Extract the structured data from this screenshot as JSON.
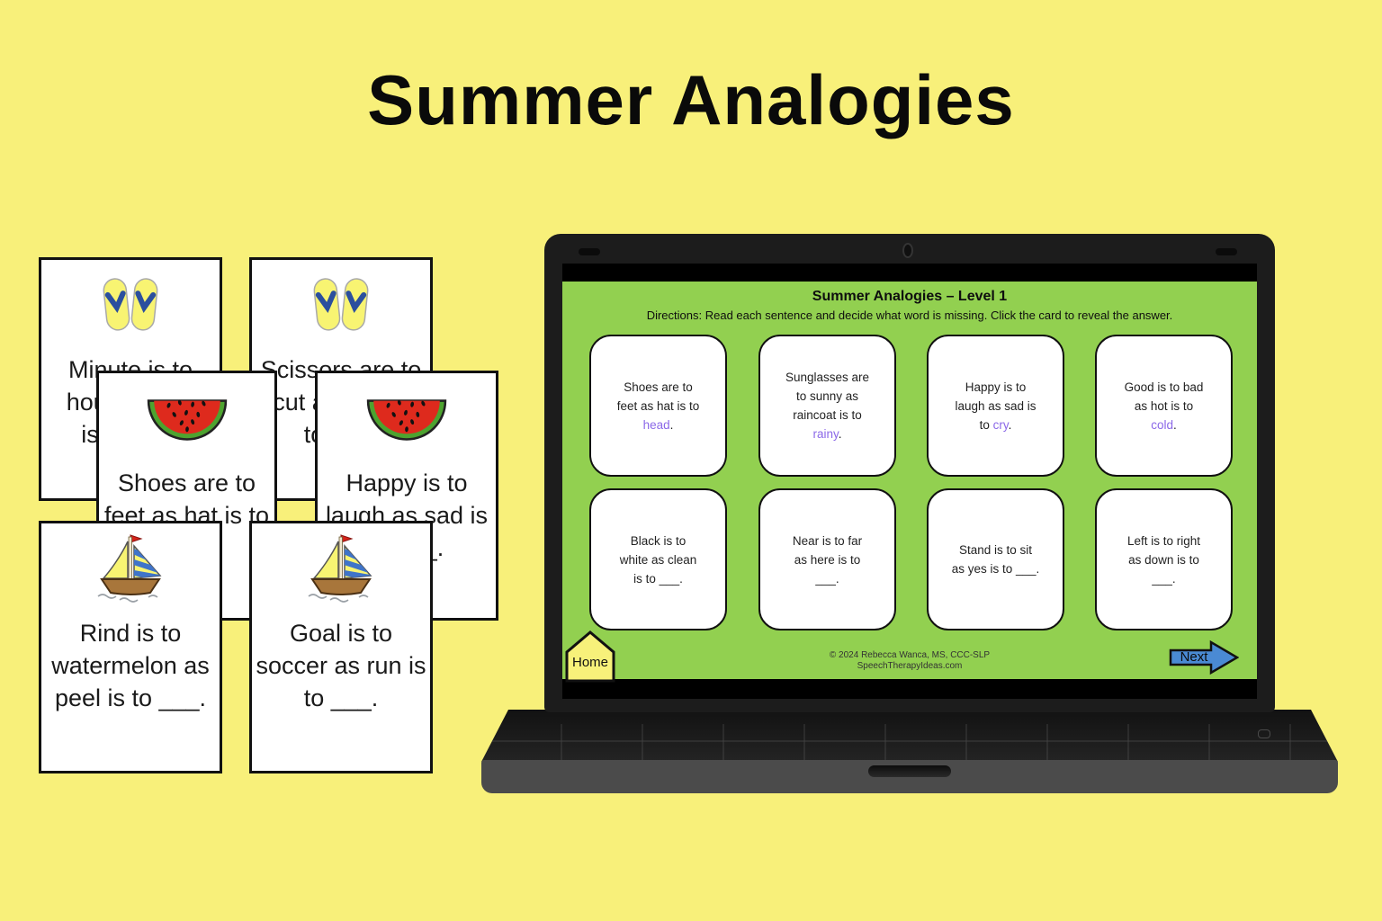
{
  "page": {
    "title": "Summer Analogies",
    "background_color": "#F8F07A"
  },
  "print_cards": [
    {
      "icon": "flip-flops-icon",
      "text": "Minute is to\nhour as ___\nis to ___."
    },
    {
      "icon": "flip-flops-icon",
      "text": "Scissors are to\ncut as ___ is\nto ___."
    },
    {
      "icon": "watermelon-icon",
      "text": "Shoes are to\nfeet as hat is to\n___."
    },
    {
      "icon": "watermelon-icon",
      "text": "Happy is to\nlaugh as sad is\nto ___."
    },
    {
      "icon": "sailboat-icon",
      "text": "Rind is to\nwatermelon as\npeel is to ___."
    },
    {
      "icon": "sailboat-icon",
      "text": "Goal is to\nsoccer as run is\nto ___."
    }
  ],
  "laptop": {
    "screen": {
      "title": "Summer Analogies – Level 1",
      "directions": "Directions: Read each sentence and decide what word is missing.  Click the card to reveal the answer.",
      "background_color": "#92D050",
      "answer_color": "#8B68E8",
      "cards": [
        {
          "pre": "Shoes are to\nfeet as hat is to\n",
          "answer": "head",
          "post": "."
        },
        {
          "pre": "Sunglasses are\nto sunny as\nraincoat is to\n",
          "answer": "rainy",
          "post": "."
        },
        {
          "pre": "Happy is to\nlaugh as sad is\nto ",
          "answer": "cry",
          "post": "."
        },
        {
          "pre": "Good is to bad\nas hot is to\n",
          "answer": "cold",
          "post": "."
        },
        {
          "pre": "Black is to\nwhite as clean\nis to ___.",
          "answer": "",
          "post": ""
        },
        {
          "pre": "Near is to far\nas here is to\n___.",
          "answer": "",
          "post": ""
        },
        {
          "pre": "Stand is to sit\nas yes is to ___.",
          "answer": "",
          "post": ""
        },
        {
          "pre": "Left is to right\nas down is to\n___.",
          "answer": "",
          "post": ""
        }
      ],
      "home_button": "Home",
      "next_button": "Next",
      "copyright_line1": "© 2024 Rebecca Wanca,  MS, CCC-SLP",
      "copyright_line2": "SpeechTherapyIdeas.com",
      "home_button_color": "#F7F17A",
      "next_button_color": "#4A8AD4"
    }
  }
}
